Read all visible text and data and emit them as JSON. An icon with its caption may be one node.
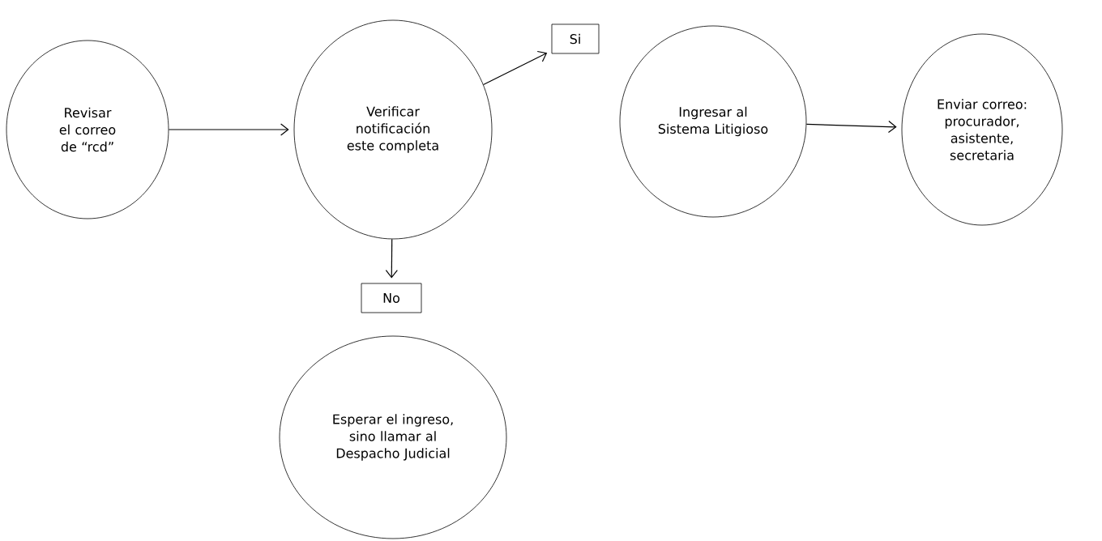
{
  "diagram": {
    "nodes": [
      {
        "text": [
          "Revisar el correo de “rcd”"
        ]
      },
      {
        "text": [
          "Verificar notificación este completa"
        ]
      },
      {
        "text": [
          "Si"
        ]
      },
      {
        "text": [
          "Ingresar al Sistema Litigioso"
        ]
      },
      {
        "text": [
          "Enviar correo: procurador, asistente, secretaria"
        ]
      },
      {
        "text": [
          "No"
        ]
      },
      {
        "text": [
          "Esperar el ingreso, sino llamar al Despacho Judicial"
        ]
      }
    ],
    "edges": [
      {
        "from": 0,
        "to": 1,
        "arrow": "to"
      },
      {
        "from": 1,
        "to": 2,
        "arrow": "to"
      },
      {
        "from": 1,
        "to": 5,
        "arrow": "to"
      },
      {
        "from": 3,
        "to": 4,
        "arrow": "to"
      }
    ]
  }
}
